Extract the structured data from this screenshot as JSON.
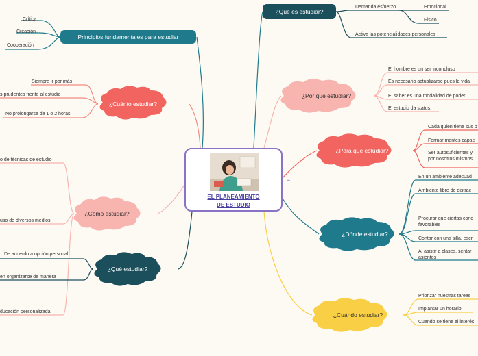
{
  "central": {
    "title_line1": "EL PLANEAMIENTO",
    "title_line2": "DE ESTUDIO"
  },
  "menu_icon": "hamburger-icon",
  "colors": {
    "teal": "#1f7a8c",
    "dark_teal": "#1b4f5c",
    "salmon": "#f28b82",
    "light_salmon": "#f8b4ae",
    "red": "#f2645f",
    "yellow": "#f9cf45",
    "purple": "#8a72c4"
  },
  "left": {
    "principios": {
      "label": "Principios fundamentales para estudiar",
      "items": [
        "Crítica",
        "Creación",
        "Cooperación"
      ]
    },
    "cuanto": {
      "label": "¿Cuánto estudiar?",
      "items": [
        "Siempre ir por más",
        "s prudentes frente al estudio",
        "No prolongarse de 1 o 2 horas"
      ]
    },
    "como": {
      "label": "¿Cómo estudiar?",
      "items": [
        "o de técnicas de estudio",
        "uso de diversos medios",
        "ducación personalizada"
      ]
    },
    "que": {
      "label": "¿Qué estudiar?",
      "items": [
        "De acuerdo a opción personal",
        "en organizarse de manera"
      ]
    }
  },
  "right": {
    "que_es": {
      "label": "¿Qué es estudiar?",
      "items": [
        "Demanda esfuerzo",
        "Activa las potencialidades personales"
      ],
      "sub": [
        "Emocional",
        "Físico"
      ]
    },
    "por_que": {
      "label": "¿Por qué estudiar?",
      "items": [
        "El hombre es un ser inconcluso",
        "Es necesario actualizarse pues la vida",
        "El saber es una modalidad de poder",
        "El estudio da status."
      ]
    },
    "para_que": {
      "label": "¿Para qué estudiar?",
      "items": [
        "Cada quien tiene sus p",
        "Formar mentes capac",
        "Ser autosuficientes y por nosotros mismos"
      ]
    },
    "donde": {
      "label": "¿Dónde estudiar?",
      "items": [
        "En un ambiente adecuad",
        "Ambiente libre de distrac",
        "Procurar que ciertas conc favorables",
        "Contar con una silla, escr",
        "Al asistir a clases, sentar asientos"
      ]
    },
    "cuando": {
      "label": "¿Cuándo estudiar?",
      "items": [
        "Priorizar nuestras tareas",
        "Implantar un horario",
        "Cuando se tiene el interés"
      ]
    }
  }
}
